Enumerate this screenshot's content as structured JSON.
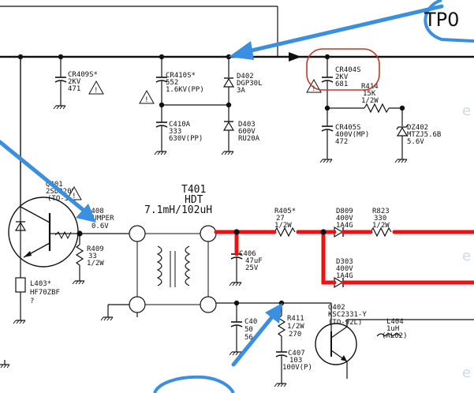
{
  "colors": {
    "wire": "#111111",
    "highlight_wire": "#ee1111",
    "annotation_arrow": "#3b8fe0",
    "annotation_circle_red": "#c0392b",
    "annotation_circle_blue": "#3b8fe0"
  },
  "test_point": {
    "label": "TP0"
  },
  "ghost_marks": [
    "e",
    "e",
    "e"
  ],
  "components": {
    "cr409s": {
      "ref": "CR409S*",
      "v1": "2KV",
      "v2": "471"
    },
    "cr410s": {
      "ref": "CR410S*",
      "v1": "552",
      "v2": "1.6KV(PP)"
    },
    "d402": {
      "ref": "D402",
      "v1": "DGP30L",
      "v2": "3A"
    },
    "cr404s": {
      "ref": "CR404S",
      "v1": "2KV",
      "v2": "681"
    },
    "r414": {
      "ref": "R414",
      "v1": "15K",
      "v2": "1/2W"
    },
    "c410a": {
      "ref": "C410A",
      "v1": "333",
      "v2": "630V(PP)"
    },
    "d403": {
      "ref": "D403",
      "v1": "600V",
      "v2": "RU20A"
    },
    "cr405s": {
      "ref": "CR405S",
      "v1": "400V(MP)",
      "v2": "472"
    },
    "dz402": {
      "ref": "DZ402",
      "v1": "MTZJ5.6B",
      "v2": "5.6V"
    },
    "q401": {
      "ref": "Q401",
      "v1": "2SD2209",
      "v2": "(TO-3P)"
    },
    "jumper": {
      "ref": "J408",
      "v1": "JUMPER",
      "v2": "0.6V"
    },
    "r409": {
      "ref": "R409",
      "v1": "33",
      "v2": "1/2W"
    },
    "l403": {
      "ref": "L403*",
      "v1": "HF70ZBF",
      "v2": "?"
    },
    "t401": {
      "ref": "T401",
      "v1": "HDT",
      "v2": "7.1mH/102uH"
    },
    "r405": {
      "ref": "R405*",
      "v1": "27",
      "v2": "1/2W"
    },
    "d809": {
      "ref": "D809",
      "v1": "400V",
      "v2": "1A4G"
    },
    "r823": {
      "ref": "R823",
      "v1": "330",
      "v2": "1/2W"
    },
    "c406": {
      "ref": "C406",
      "v1": "47uF",
      "v2": "25V"
    },
    "d303": {
      "ref": "D303",
      "v1": "400V",
      "v2": "1A4G"
    },
    "c408": {
      "ref": "C40",
      "v1": "50",
      "v2": "56"
    },
    "r411": {
      "ref": "R411",
      "v1": "1/2W",
      "v2": "270"
    },
    "c407": {
      "ref": "C407",
      "v1": "103",
      "v2": "100V(P)"
    },
    "q402": {
      "ref": "Q402",
      "v1": "KSC2331-Y",
      "v2": "(TO-92L)"
    },
    "l404": {
      "ref": "L404",
      "v1": "1uH",
      "v2": "(AL02)"
    }
  }
}
